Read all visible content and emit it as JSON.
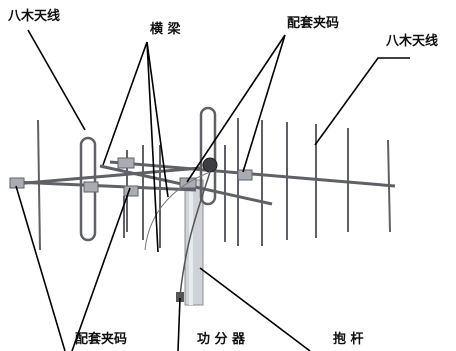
{
  "diagram": {
    "labels": {
      "yagi_left": "八木天线",
      "crossbar": "横 梁",
      "clamp_top": "配套夹码",
      "yagi_right": "八木天线",
      "clamp_bottom": "配套夹码",
      "splitter": "功 分 器",
      "mast": "抱 杆"
    },
    "colors": {
      "metal": "#5f6166",
      "metal_light": "#a9adb3",
      "mast": "#c9ccd0",
      "leader": "#000000"
    }
  }
}
